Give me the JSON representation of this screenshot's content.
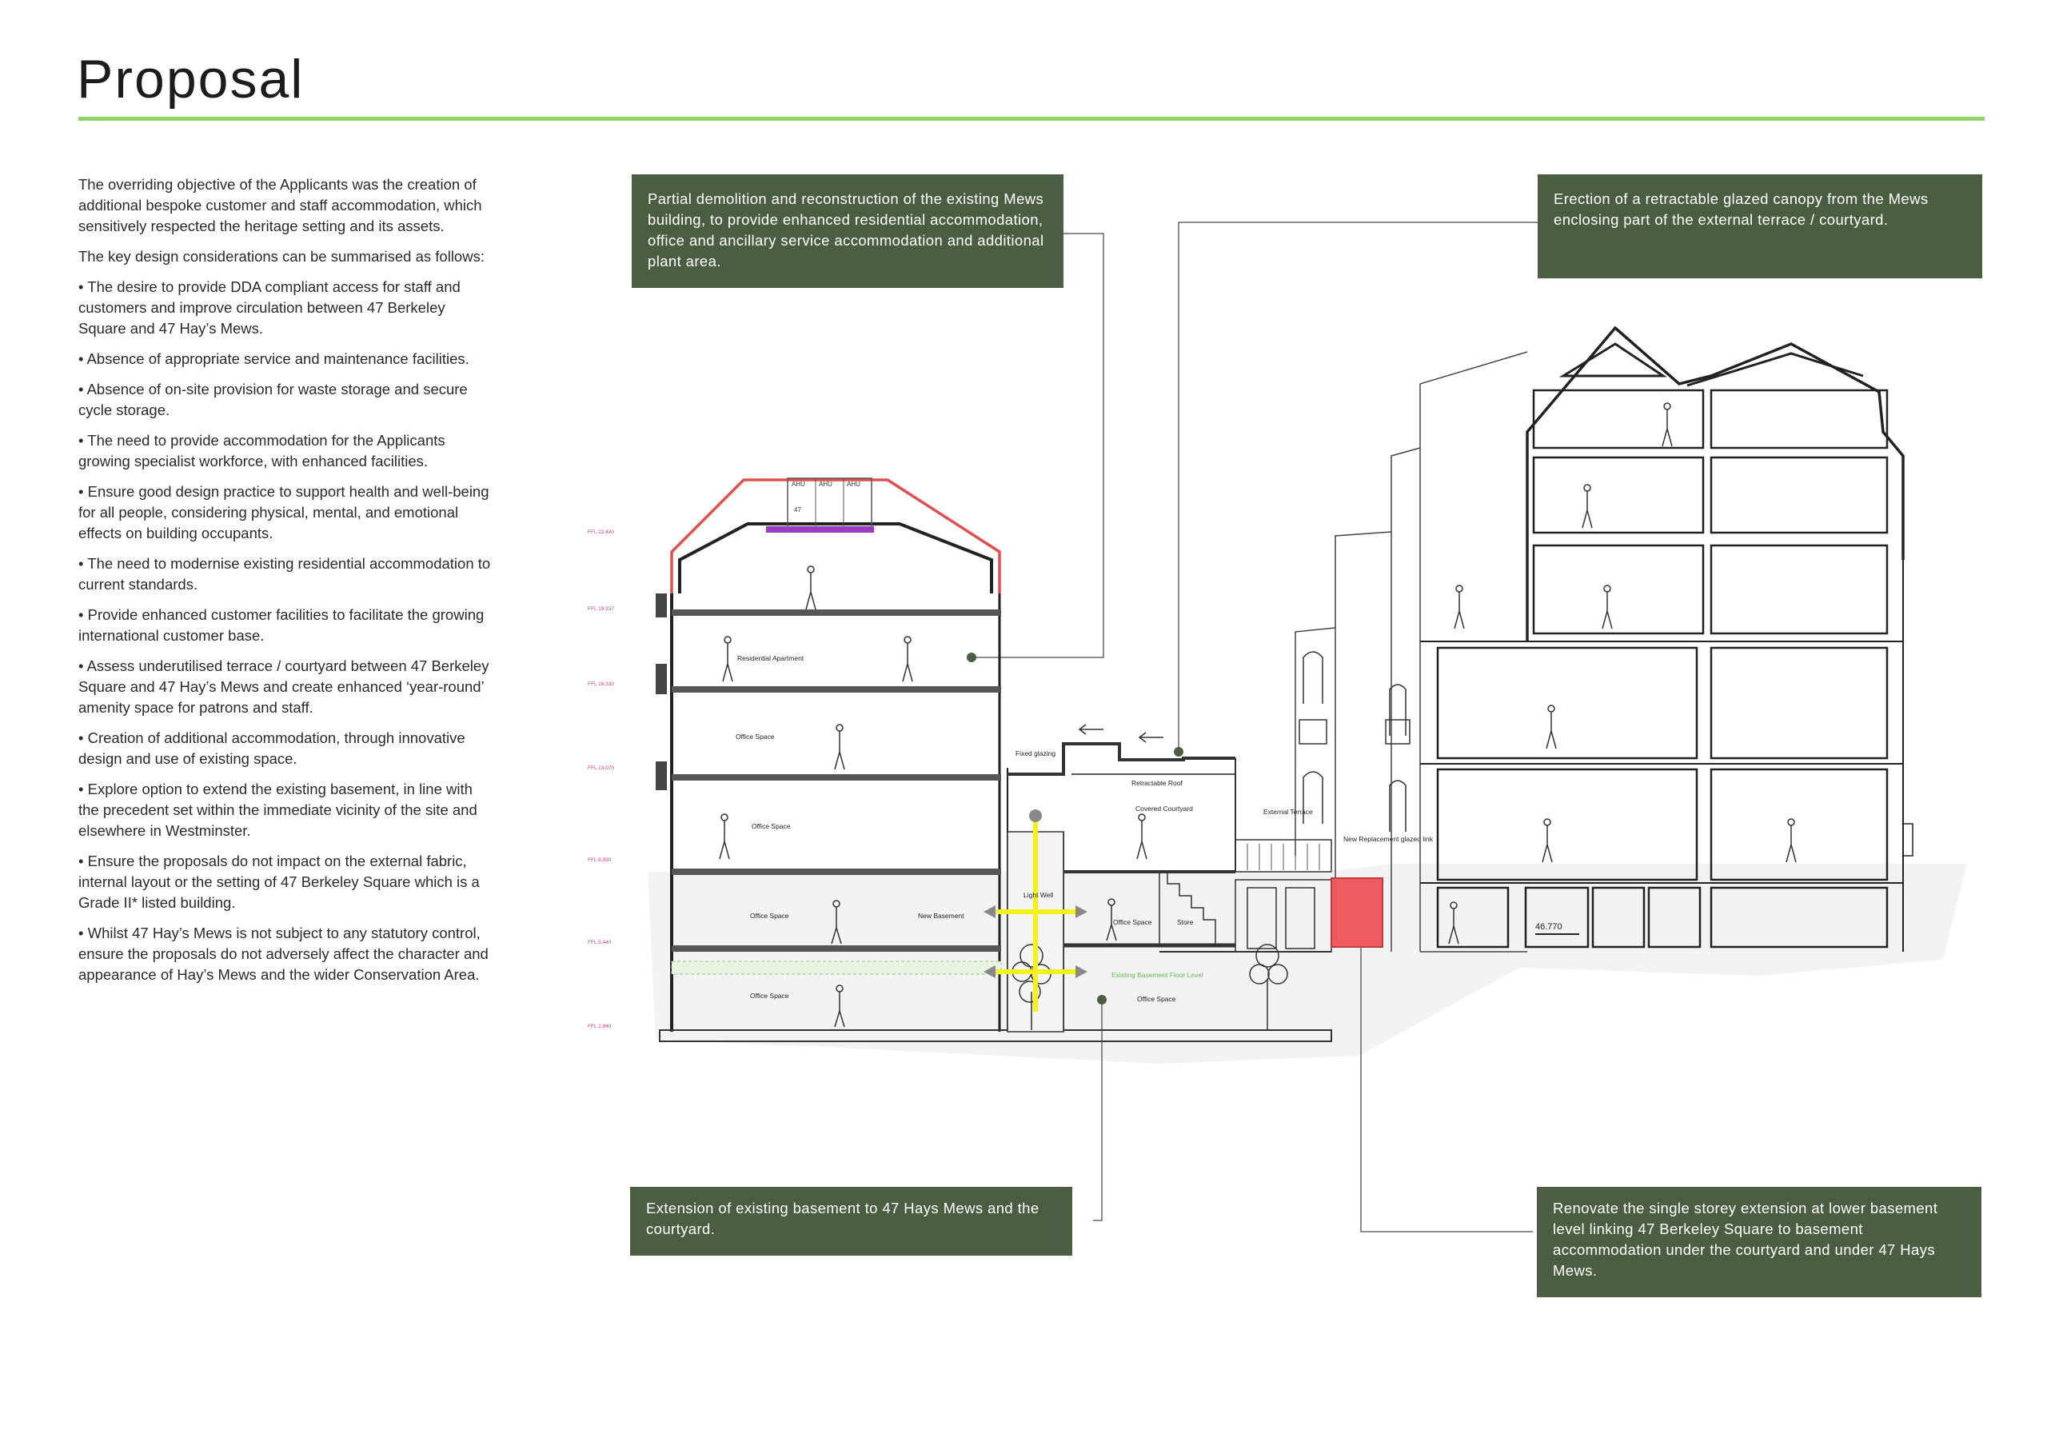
{
  "page": {
    "title": "Proposal"
  },
  "intro": {
    "paragraphs": [
      "The overriding objective of the Applicants was the creation of additional bespoke customer and staff accommodation, which sensitively respected the heritage setting and its assets.",
      "The key design considerations can be summarised as follows:",
      "• The desire to provide DDA compliant access for staff and customers and improve circulation between 47 Berkeley Square and 47 Hay’s Mews.",
      "• Absence of appropriate service and maintenance facilities.",
      "• Absence of on-site provision for waste storage and secure cycle storage.",
      "• The need to provide accommodation for the Applicants growing specialist workforce, with enhanced facilities.",
      "• Ensure good design practice to support health and well-being for all people, considering physical, mental, and emotional effects on building occupants.",
      "• The need to modernise existing residential accommodation to current standards.",
      "• Provide enhanced customer facilities to facilitate the growing international customer base.",
      "• Assess underutilised terrace / courtyard between 47 Berkeley Square and 47 Hay’s Mews and create enhanced ‘year-round’ amenity space for patrons and staff.",
      "• Creation of additional accommodation, through innovative design and use of existing space.",
      "• Explore option to extend the existing basement, in line with the precedent set within the immediate vicinity of the site and elsewhere in Westminster.",
      "• Ensure the proposals do not impact on the external fabric, internal layout or the setting of 47 Berkeley Square which is a Grade II* listed building.",
      "• Whilst 47 Hay’s Mews is not subject to any statutory control, ensure the proposals do not adversely affect the character and appearance of Hay’s Mews and the wider Conservation Area."
    ]
  },
  "callouts": {
    "demolition": "Partial demolition and reconstruction of the existing Mews building, to provide enhanced residential accommodation, office and ancillary service accommodation and additional plant area.",
    "canopy": "Erection of a retractable glazed canopy from the Mews enclosing part of the external terrace / courtyard.",
    "basement": "Extension of existing basement to 47 Hays Mews and the courtyard.",
    "renovate": "Renovate the single storey extension at lower basement level linking 47 Berkeley Square to basement accommodation under the courtyard and under 47 Hays Mews."
  },
  "drawing": {
    "roof_labels": [
      "AHU",
      "AHU",
      "AHU"
    ],
    "roof_number": "47",
    "rooms": {
      "residential": "Residential Apartment",
      "office": "Office Space",
      "new_basement": "New Basement",
      "light_well": "Light Well",
      "store": "Store",
      "fixed_glazing": "Fixed glazing",
      "retractable_roof": "Retractable Roof",
      "covered_courtyard": "Covered Courtyard",
      "external_terrace": "External Terrace",
      "new_link": "New Replacement glazed link",
      "existing_basement_level": "Existing Basement Floor Level"
    },
    "level_marker": "46.770",
    "level_tags": [
      "FFL 22.480",
      "FFL 19.337",
      "FFL 16.330",
      "FFL 13.070",
      "FFL 9.930",
      "FFL 5.440",
      "FFL 2.940"
    ]
  },
  "colors": {
    "accent_green": "#8fd36a",
    "callout_bg": "#4b5e42",
    "roof_red": "#e05050",
    "circulation_yellow": "#f2f21a",
    "link_red": "#ee5a5e"
  }
}
